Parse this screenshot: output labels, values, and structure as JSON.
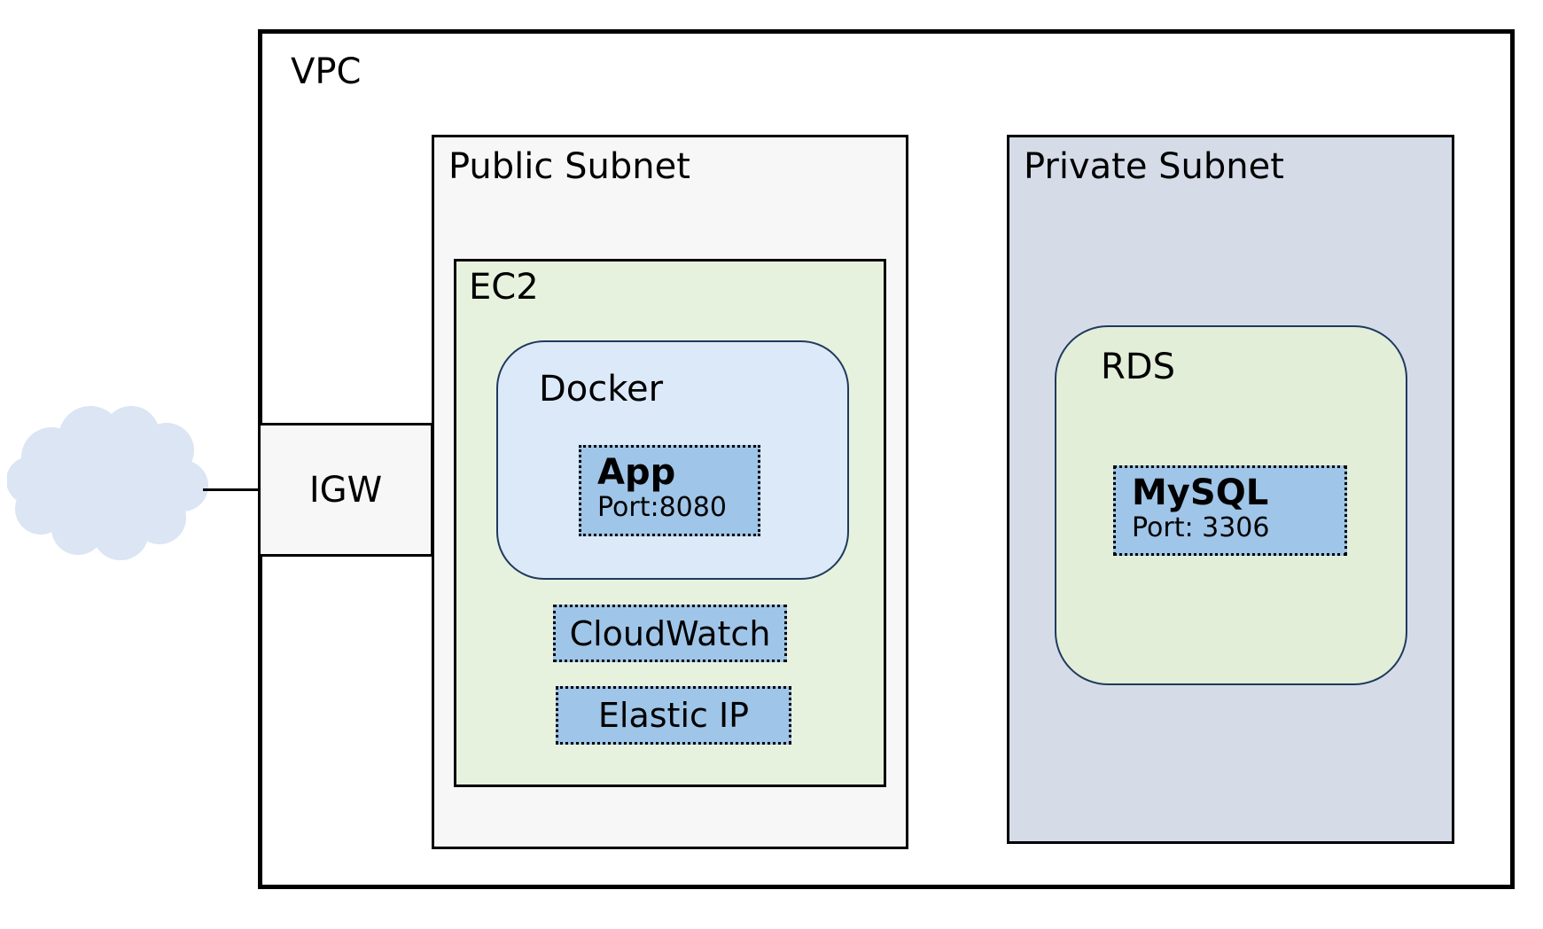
{
  "colors": {
    "cloud_fill": "#dbe5f4",
    "subnet_public_fill": "#f7f7f7",
    "subnet_private_fill": "#d5dce8",
    "ec2_fill": "#e7f2de",
    "rds_fill": "#e2eed8",
    "docker_fill": "#dce9f8",
    "container_border": "#1f3a5e",
    "service_fill": "#9fc5e8",
    "line": "#000000"
  },
  "nodes": {
    "vpc": {
      "label": "VPC"
    },
    "igw": {
      "label": "IGW"
    },
    "public_subnet": {
      "label": "Public Subnet"
    },
    "private_subnet": {
      "label": "Private Subnet"
    },
    "ec2": {
      "label": "EC2"
    },
    "docker": {
      "label": "Docker"
    },
    "app": {
      "label": "App",
      "port": "Port:8080"
    },
    "cloudwatch": {
      "label": "CloudWatch"
    },
    "elastic_ip": {
      "label": "Elastic IP"
    },
    "rds": {
      "label": "RDS"
    },
    "mysql": {
      "label": "MySQL",
      "port": "Port: 3306"
    }
  }
}
